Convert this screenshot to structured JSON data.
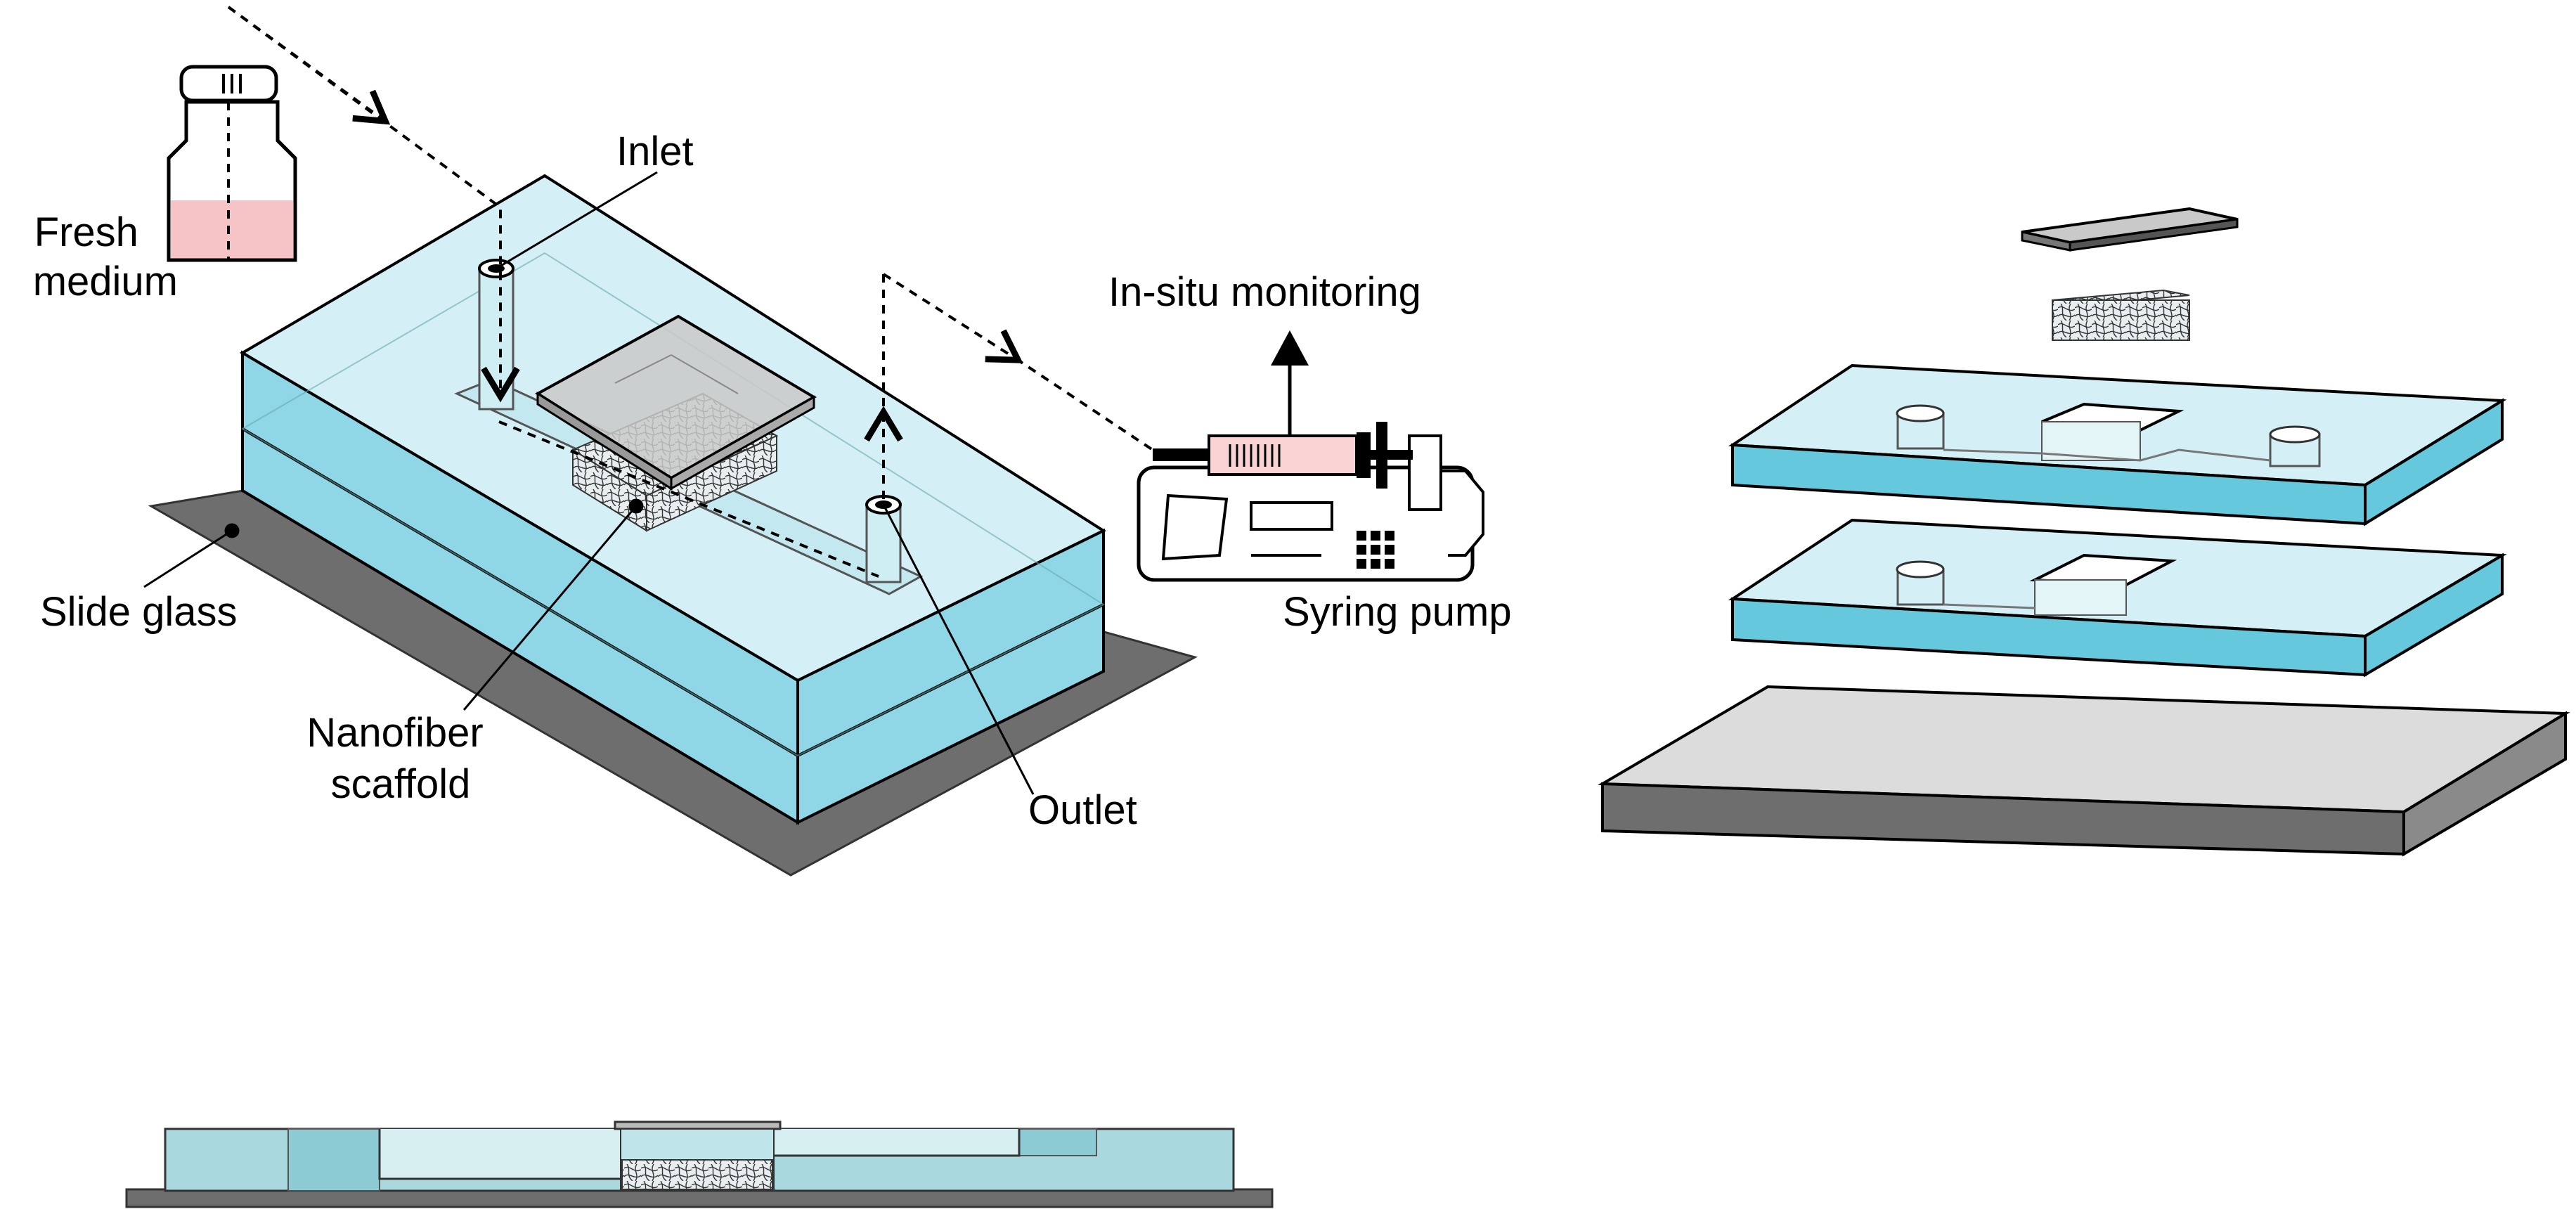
{
  "labels": {
    "fresh_medium_line1": "Fresh",
    "fresh_medium_line2": "medium",
    "inlet": "Inlet",
    "in_situ_monitoring": "In-situ monitoring",
    "syringe_pump": "Syring pump",
    "slide_glass": "Slide glass",
    "nanofiber_line1": "Nanofiber",
    "nanofiber_line2": "scaffold",
    "outlet": "Outlet"
  },
  "colors": {
    "pdms_top": "#d4eff5",
    "pdms_side": "#8fd6e6",
    "pdms_side_dark": "#66c8dc",
    "slide_glass": "#6e6e6e",
    "glass_light": "#dcdcdc",
    "medium": "#f6c4c6",
    "syringe_body": "#f9d3d3",
    "scaffold_fill": "#cfe4ea",
    "coverslip": "#c9c9c9",
    "outline": "#000000"
  }
}
